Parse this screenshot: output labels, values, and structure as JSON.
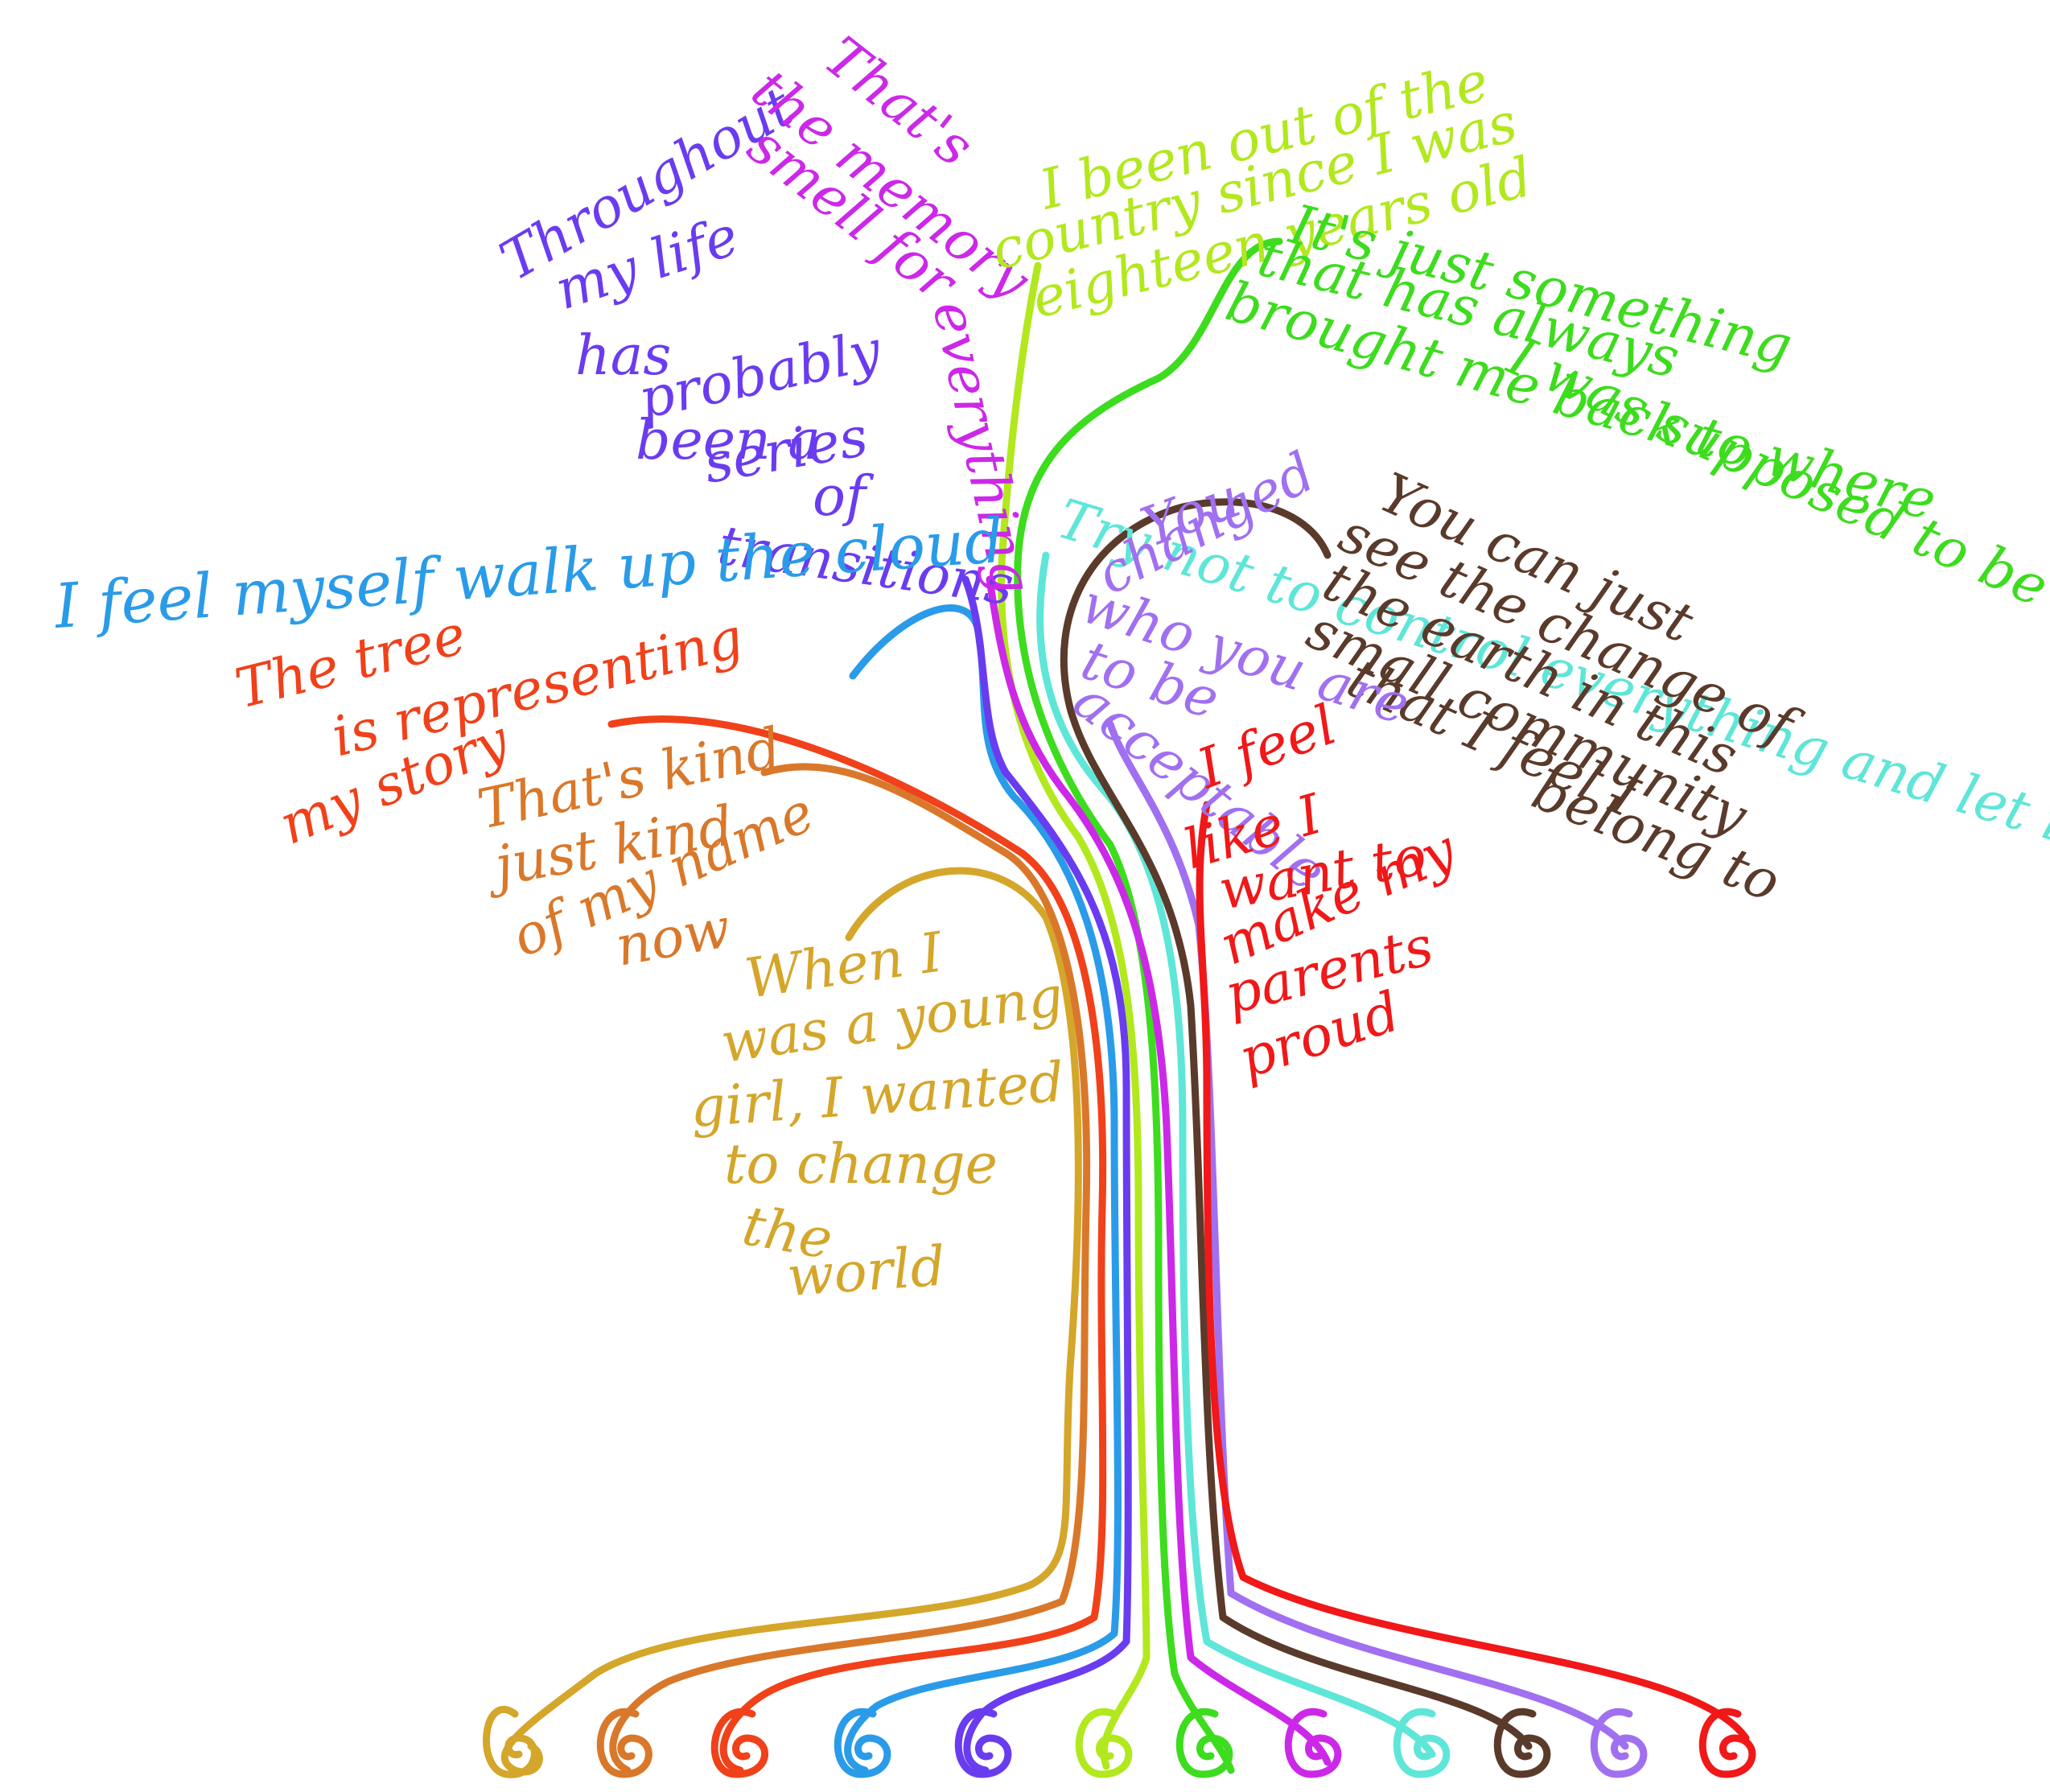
{
  "palette": {
    "background": "#ffffff",
    "gold": "#d4a62a",
    "orange": "#d9782a",
    "red_orange": "#f0411a",
    "blue": "#2a9be8",
    "indigo": "#6a3cf0",
    "lime": "#b2e81e",
    "green": "#3ddc1e",
    "magenta": "#cc28e8",
    "aqua": "#5ee6d8",
    "brown": "#5a3a2a",
    "lavender": "#a070f0",
    "red": "#f01818"
  },
  "phrases": {
    "throughout": [
      "Throughout",
      "my life",
      "has",
      "probably",
      "been a",
      "series",
      "of",
      "transitions"
    ],
    "memory": [
      "That's",
      "the memory",
      "smell for",
      "everything"
    ],
    "country": [
      "I been out of the",
      "country since I was",
      "eighteen years old"
    ],
    "something": [
      "It's just something",
      "that has always",
      "brought me back to where",
      "I was supposed to be"
    ],
    "control": [
      "Try not to control everything and let it go"
    ],
    "earth": [
      "You can just",
      "see the change of",
      "the earth in this",
      "small community",
      "that I feel I",
      "belong to"
    ],
    "changed": [
      "You",
      "changed",
      "who you are",
      "to be",
      "acceptable"
    ],
    "cloud": [
      "I feel myself walk up the cloud"
    ],
    "tree": [
      "The tree",
      "is representing",
      "my story"
    ],
    "name": [
      "That's kind",
      "just kind",
      "of my name",
      "now"
    ],
    "parents": [
      "I feel",
      "like I",
      "want to",
      "make my",
      "parents",
      "proud"
    ],
    "young": [
      "When I",
      "was a young",
      "girl, I wanted",
      "to change",
      "the",
      "world"
    ]
  }
}
